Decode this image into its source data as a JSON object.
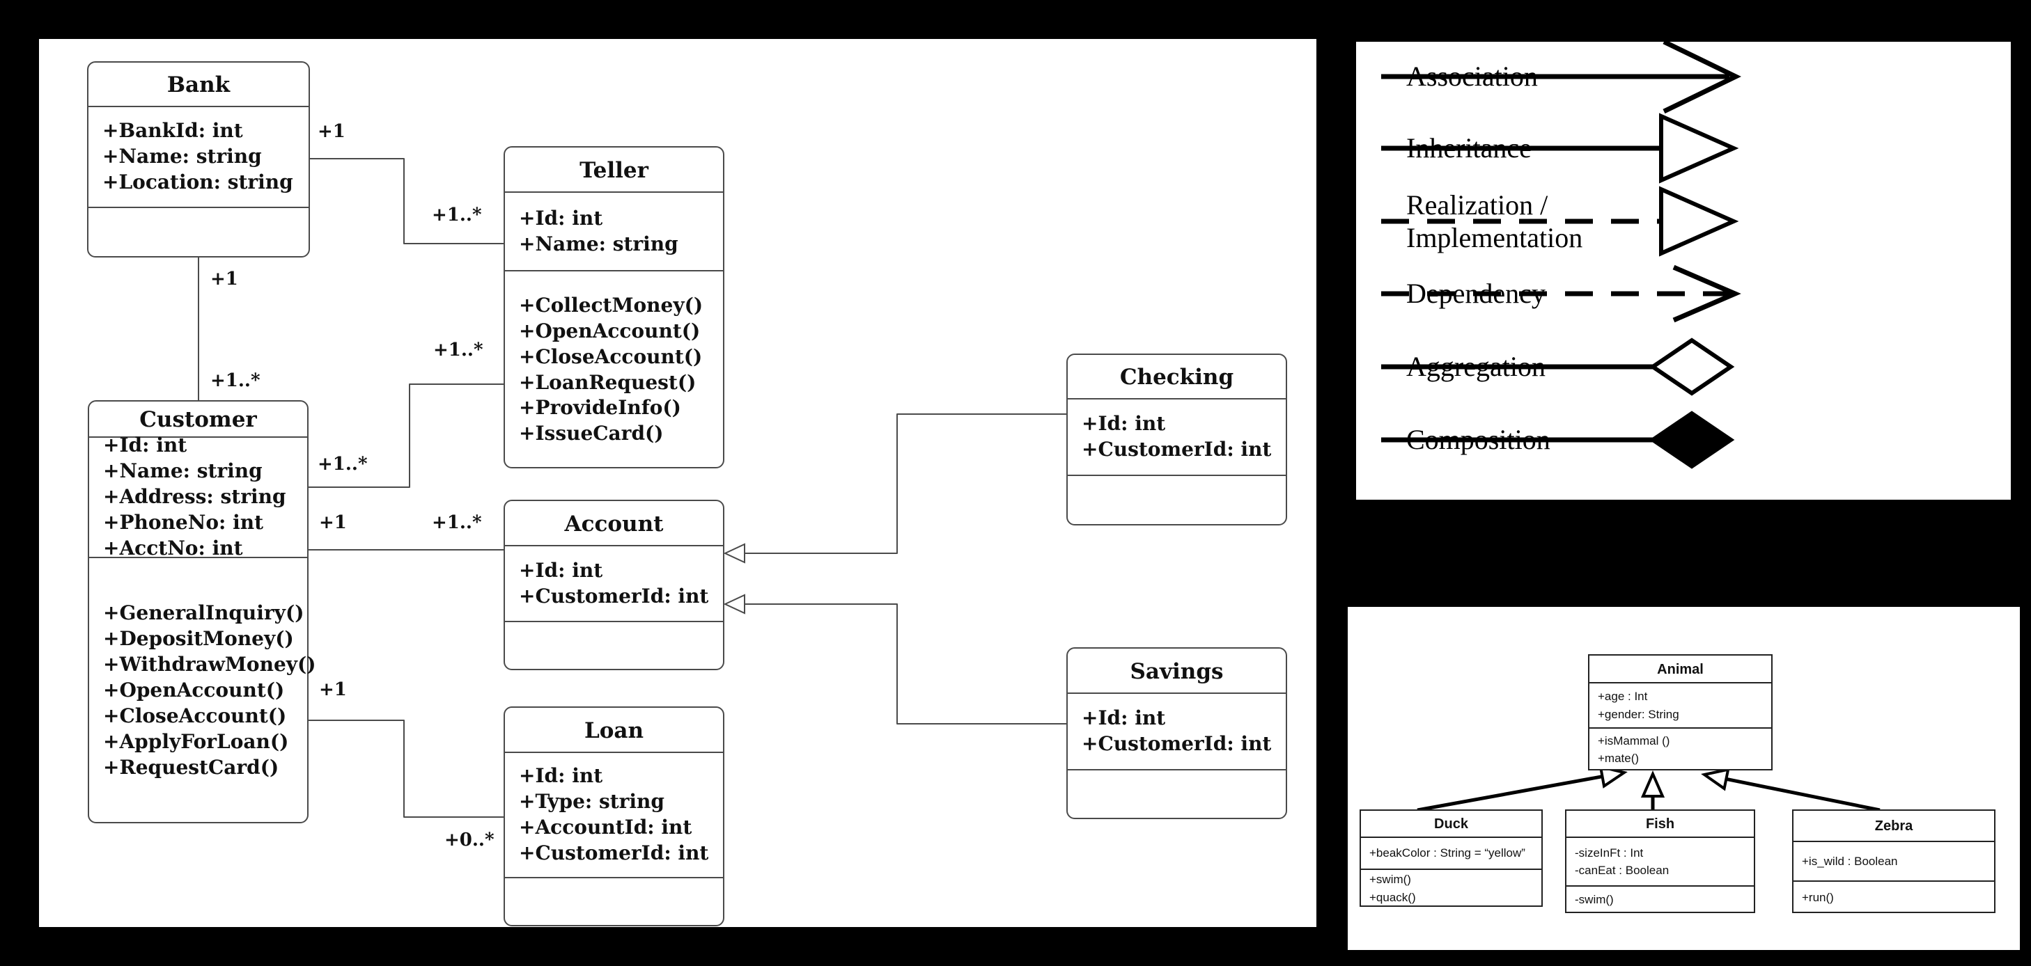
{
  "bank_diagram": {
    "classes": [
      {
        "id": "bank",
        "name": "Bank",
        "attributes": [
          "+BankId: int",
          "+Name: string",
          "+Location: string"
        ],
        "methods": []
      },
      {
        "id": "teller",
        "name": "Teller",
        "attributes": [
          "+Id: int",
          "+Name: string"
        ],
        "methods": [
          "+CollectMoney()",
          "+OpenAccount()",
          "+CloseAccount()",
          "+LoanRequest()",
          "+ProvideInfo()",
          "+IssueCard()"
        ]
      },
      {
        "id": "customer",
        "name": "Customer",
        "attributes": [
          "+Id: int",
          "+Name: string",
          "+Address: string",
          "+PhoneNo: int",
          "+AcctNo: int"
        ],
        "methods": [
          "+GeneralInquiry()",
          "+DepositMoney()",
          "+WithdrawMoney()",
          "+OpenAccount()",
          "+CloseAccount()",
          "+ApplyForLoan()",
          "+RequestCard()"
        ]
      },
      {
        "id": "account",
        "name": "Account",
        "attributes": [
          "+Id: int",
          "+CustomerId: int"
        ],
        "methods": []
      },
      {
        "id": "loan",
        "name": "Loan",
        "attributes": [
          "+Id: int",
          "+Type: string",
          "+AccountId: int",
          "+CustomerId: int"
        ],
        "methods": []
      },
      {
        "id": "checking",
        "name": "Checking",
        "attributes": [
          "+Id: int",
          "+CustomerId: int"
        ],
        "methods": []
      },
      {
        "id": "savings",
        "name": "Savings",
        "attributes": [
          "+Id: int",
          "+CustomerId: int"
        ],
        "methods": []
      }
    ],
    "multiplicity_labels": [
      {
        "name": "bank-teller-source",
        "text": "+1"
      },
      {
        "name": "bank-teller-target",
        "text": "+1..*"
      },
      {
        "name": "bank-customer-source",
        "text": "+1"
      },
      {
        "name": "bank-customer-target",
        "text": "+1..*"
      },
      {
        "name": "customer-teller-source",
        "text": "+1..*"
      },
      {
        "name": "customer-teller-target",
        "text": "+1..*"
      },
      {
        "name": "customer-account-source",
        "text": "+1"
      },
      {
        "name": "customer-account-target",
        "text": "+1..*"
      },
      {
        "name": "customer-loan-source",
        "text": "+1"
      },
      {
        "name": "customer-loan-target",
        "text": "+0..*"
      }
    ]
  },
  "legend": {
    "items": [
      {
        "label": "Association",
        "line": "solid",
        "head": "open-arrow"
      },
      {
        "label": "Inheritance",
        "line": "solid",
        "head": "hollow-triangle"
      },
      {
        "label": "Realization /\nImplementation",
        "line": "dashed",
        "head": "hollow-triangle"
      },
      {
        "label": "Dependency",
        "line": "dashed",
        "head": "open-arrow-small"
      },
      {
        "label": "Aggregation",
        "line": "solid",
        "head": "hollow-diamond"
      },
      {
        "label": "Composition",
        "line": "solid",
        "head": "filled-diamond"
      }
    ]
  },
  "animal_diagram": {
    "classes": [
      {
        "id": "animal",
        "name": "Animal",
        "attributes": [
          "+age : Int",
          "+gender: String"
        ],
        "methods": [
          "+isMammal ()",
          "+mate()"
        ]
      },
      {
        "id": "duck",
        "name": "Duck",
        "attributes": [
          "+beakColor : String = “yellow”"
        ],
        "methods": [
          "+swim()",
          "+quack()"
        ]
      },
      {
        "id": "fish",
        "name": "Fish",
        "attributes": [
          "-sizeInFt : Int",
          "-canEat : Boolean"
        ],
        "methods": [
          "-swim()"
        ]
      },
      {
        "id": "zebra",
        "name": "Zebra",
        "attributes": [
          "+is_wild : Boolean"
        ],
        "methods": [
          "+run()"
        ]
      }
    ]
  }
}
